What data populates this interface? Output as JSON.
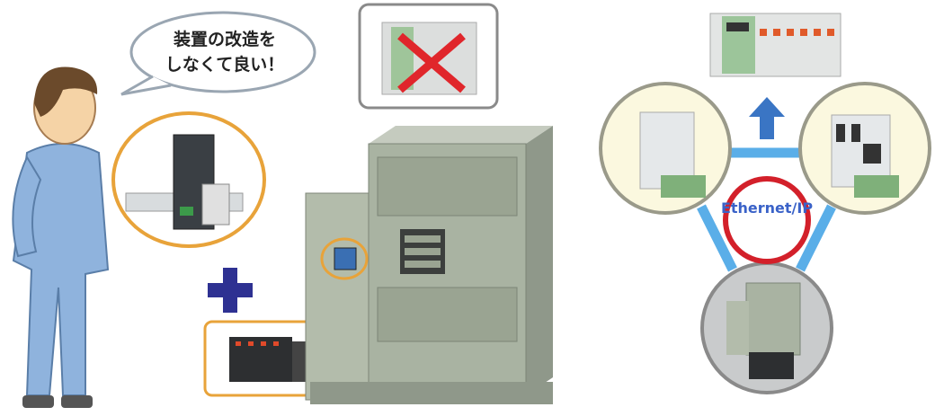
{
  "speech_bubble": {
    "line1": "装置の改造を",
    "line2": "しなくて良い！"
  },
  "network": {
    "label": "Ethernet/IP"
  },
  "colors": {
    "orange": "#e8a33a",
    "network_blue": "#5aaee8",
    "arrow_blue": "#3a75c4",
    "ring_red": "#d3202a",
    "machine_green": "#a9b3a2",
    "plus_navy": "#2e3192"
  }
}
